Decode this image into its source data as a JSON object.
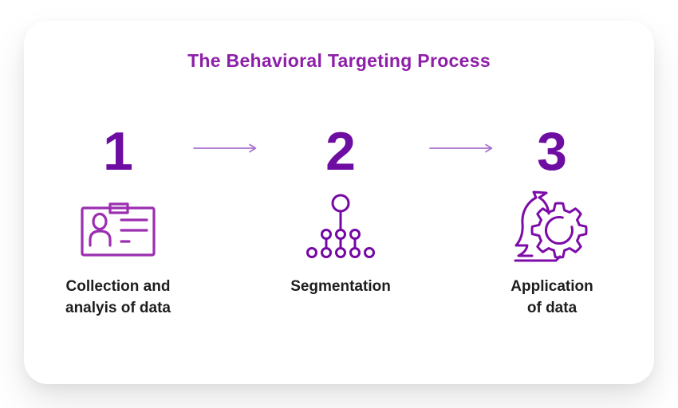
{
  "title": "The Behavioral Targeting Process",
  "steps": [
    {
      "number": "1",
      "icon": "id-card-icon",
      "label_lines": [
        "Collection and",
        "analyis of data"
      ]
    },
    {
      "number": "2",
      "icon": "segmentation-tree-icon",
      "label_lines": [
        "Segmentation"
      ]
    },
    {
      "number": "3",
      "icon": "microscope-gear-icon",
      "label_lines": [
        "Application",
        "of data"
      ]
    }
  ],
  "arrows": {
    "icon": "right-arrow-icon",
    "count": 2
  },
  "colors": {
    "title": "#8e1fa8",
    "step_number": "#6e0da2",
    "icon_step1": "#9b2fb0",
    "icon_step2": "#7408a4",
    "icon_step3": "#7d0ba8",
    "arrow": "#a76fce",
    "label_text": "#1d1d1f",
    "card_background": "#ffffff",
    "page_background": "#ffffff"
  }
}
